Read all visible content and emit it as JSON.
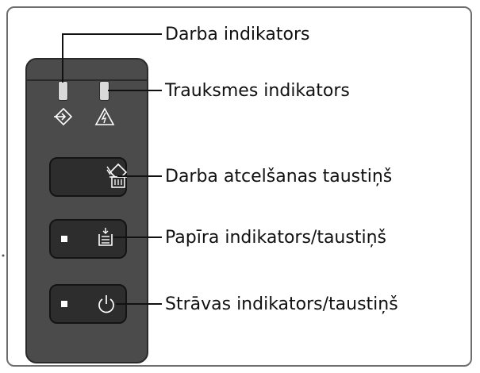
{
  "labels": {
    "job_indicator": "Darba indikators",
    "alarm_indicator": "Trauksmes indikators",
    "job_cancel_button": "Darba atcelšanas taustiņš",
    "paper_indicator_button": "Papīra indikators/taustiņš",
    "power_indicator_button": "Strāvas indikators/taustiņš"
  },
  "icons": {
    "job": "arrow-into-diamond-icon",
    "alarm": "warning-triangle-icon",
    "cancel": "cancel-job-trash-icon",
    "paper": "paper-feed-icon",
    "power": "power-icon"
  },
  "colors": {
    "panel": "#4b4b4b",
    "button": "#2d2d2d",
    "led": "#d9d9d9",
    "symbol": "#ffffff"
  }
}
